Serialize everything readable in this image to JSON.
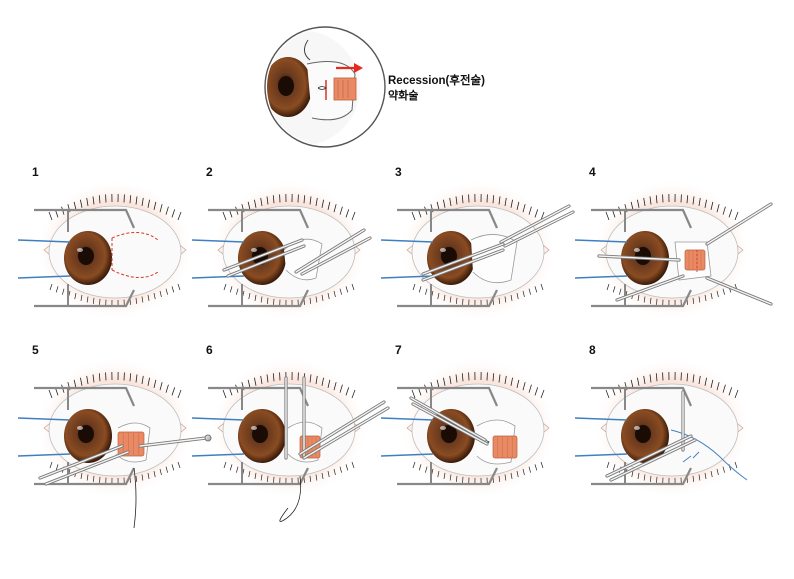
{
  "header": {
    "title_en": "Recession(후전술)",
    "title_ko": "약화술"
  },
  "steps": [
    {
      "number": "1"
    },
    {
      "number": "2"
    },
    {
      "number": "3"
    },
    {
      "number": "4"
    },
    {
      "number": "5"
    },
    {
      "number": "6"
    },
    {
      "number": "7"
    },
    {
      "number": "8"
    }
  ],
  "colors": {
    "skin_glow": "#f4c4b4",
    "iris": "#6b3a1e",
    "pupil": "#1a0c05",
    "muscle": "#e98a64",
    "arrow": "#e8281e",
    "incision": "#d8342a",
    "suture_blue": "#3f7fc0",
    "instrument": "#8a8a8a"
  }
}
